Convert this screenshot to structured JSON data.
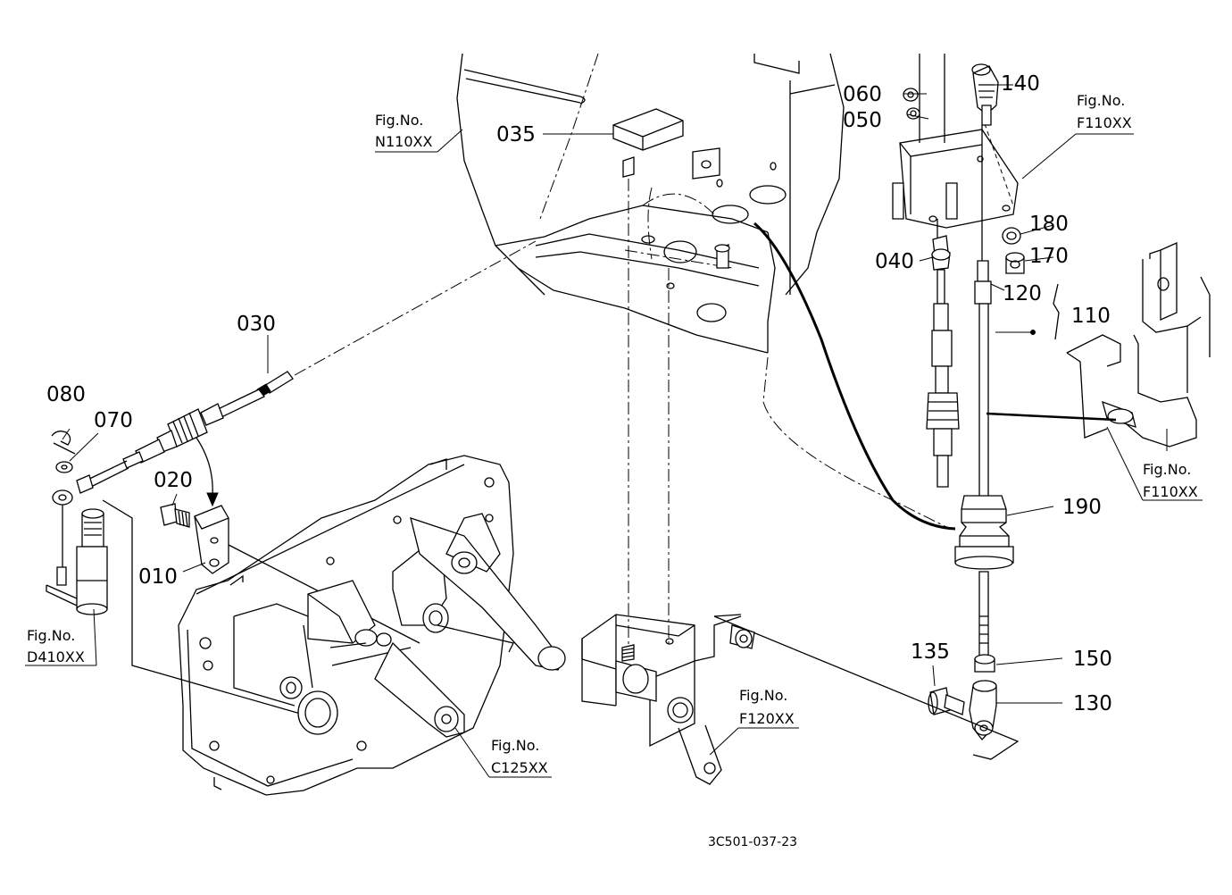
{
  "callouts": {
    "p010": "010",
    "p020": "020",
    "p030": "030",
    "p035": "035",
    "p040": "040",
    "p050": "050",
    "p060": "060",
    "p070": "070",
    "p080": "080",
    "p110": "110",
    "p120": "120",
    "p130": "130",
    "p135": "135",
    "p140": "140",
    "p150": "150",
    "p170": "170",
    "p180": "180",
    "p190": "190"
  },
  "figure_refs": {
    "label": "Fig.No.",
    "n110": "N110XX",
    "f110_top": "F110XX",
    "f110_right": "F110XX",
    "d410": "D410XX",
    "c125": "C125XX",
    "f120": "F120XX"
  },
  "drawing_code": "3C501-037-23"
}
